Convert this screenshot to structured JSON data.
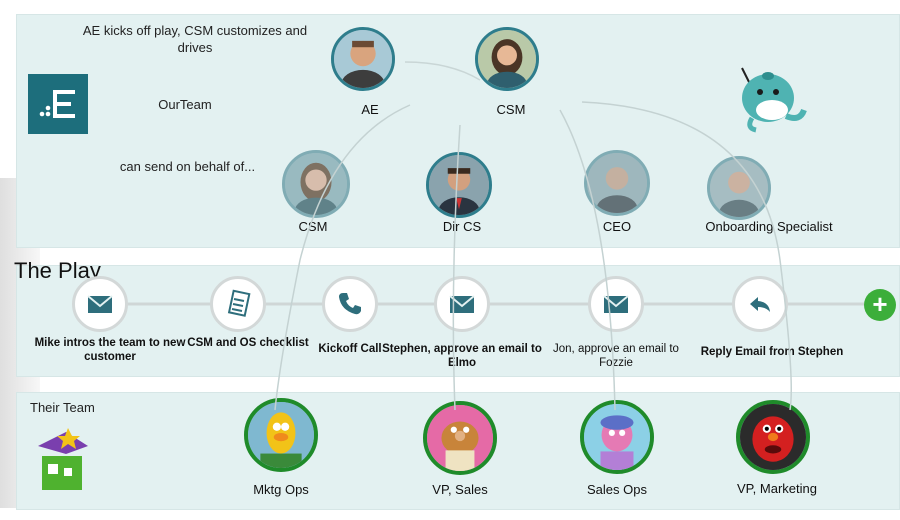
{
  "our_team": {
    "intro": "AE kicks off play, CSM customizes and drives",
    "name": "OurTeam",
    "send_on_behalf": "can send on behalf of...",
    "top_people": [
      {
        "label": "AE"
      },
      {
        "label": "CSM"
      }
    ],
    "people": [
      {
        "label": "CSM"
      },
      {
        "label": "Dir CS"
      },
      {
        "label": "CEO"
      },
      {
        "label": "Onboarding Specialist"
      }
    ]
  },
  "play": {
    "title": "The Play",
    "steps": [
      {
        "icon": "envelope-icon",
        "label": "Mike intros the team to new customer"
      },
      {
        "icon": "checklist-icon",
        "label": "CSM and OS checklist"
      },
      {
        "icon": "phone-icon",
        "label": "Kickoff Call"
      },
      {
        "icon": "envelope-icon",
        "label": "Stephen, approve an email to Elmo"
      },
      {
        "icon": "envelope-icon",
        "label": "Jon, approve an email to Fozzie"
      },
      {
        "icon": "reply-icon",
        "label": "Reply Email from Stephen"
      }
    ],
    "add_label": "+"
  },
  "their_team": {
    "title": "Their Team",
    "people": [
      {
        "label": "Mktg Ops"
      },
      {
        "label": "VP, Sales"
      },
      {
        "label": "Sales Ops"
      },
      {
        "label": "VP, Marketing"
      }
    ]
  },
  "colors": {
    "panel": "#e3f1f1",
    "avatar_border": "#2e7d8c",
    "their_border": "#1f8b2a",
    "logo": "#1d6e7c",
    "add": "#3cae3a"
  }
}
